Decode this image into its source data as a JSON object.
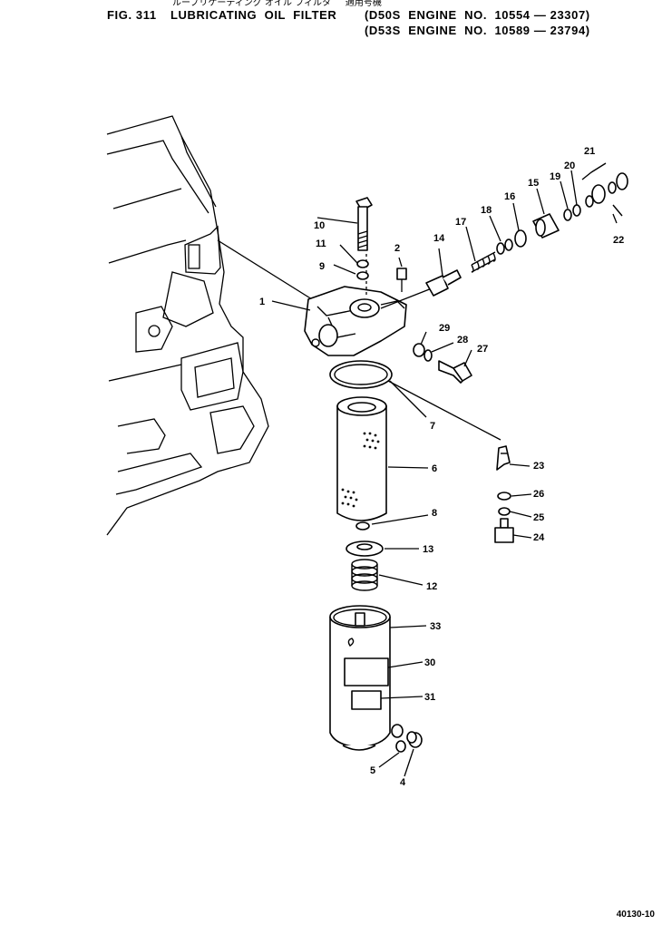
{
  "header": {
    "jp_line": "ルーブリケーティング オイル フィルタ     適用号機",
    "fig": "FIG. 311",
    "title": "LUBRICATING  OIL  FILTER",
    "applic1": "(D50S  ENGINE  NO.  10554 — 23307)",
    "applic2": "(D53S  ENGINE  NO.  10589 — 23794)"
  },
  "callouts": [
    {
      "id": "c1",
      "text": "1"
    },
    {
      "id": "c2",
      "text": "2"
    },
    {
      "id": "c4",
      "text": "4"
    },
    {
      "id": "c5",
      "text": "5"
    },
    {
      "id": "c6",
      "text": "6"
    },
    {
      "id": "c7",
      "text": "7"
    },
    {
      "id": "c8",
      "text": "8"
    },
    {
      "id": "c9",
      "text": "9"
    },
    {
      "id": "c10",
      "text": "10"
    },
    {
      "id": "c11",
      "text": "11"
    },
    {
      "id": "c12",
      "text": "12"
    },
    {
      "id": "c13",
      "text": "13"
    },
    {
      "id": "c14",
      "text": "14"
    },
    {
      "id": "c15",
      "text": "15"
    },
    {
      "id": "c16",
      "text": "16"
    },
    {
      "id": "c17",
      "text": "17"
    },
    {
      "id": "c18",
      "text": "18"
    },
    {
      "id": "c19",
      "text": "19"
    },
    {
      "id": "c20",
      "text": "20"
    },
    {
      "id": "c21",
      "text": "21"
    },
    {
      "id": "c22",
      "text": "22"
    },
    {
      "id": "c23",
      "text": "23"
    },
    {
      "id": "c24",
      "text": "24"
    },
    {
      "id": "c25",
      "text": "25"
    },
    {
      "id": "c26",
      "text": "26"
    },
    {
      "id": "c27",
      "text": "27"
    },
    {
      "id": "c28",
      "text": "28"
    },
    {
      "id": "c29",
      "text": "29"
    },
    {
      "id": "c30",
      "text": "30"
    },
    {
      "id": "c31",
      "text": "31"
    },
    {
      "id": "c33",
      "text": "33"
    }
  ],
  "catalog_no": "40130-10"
}
